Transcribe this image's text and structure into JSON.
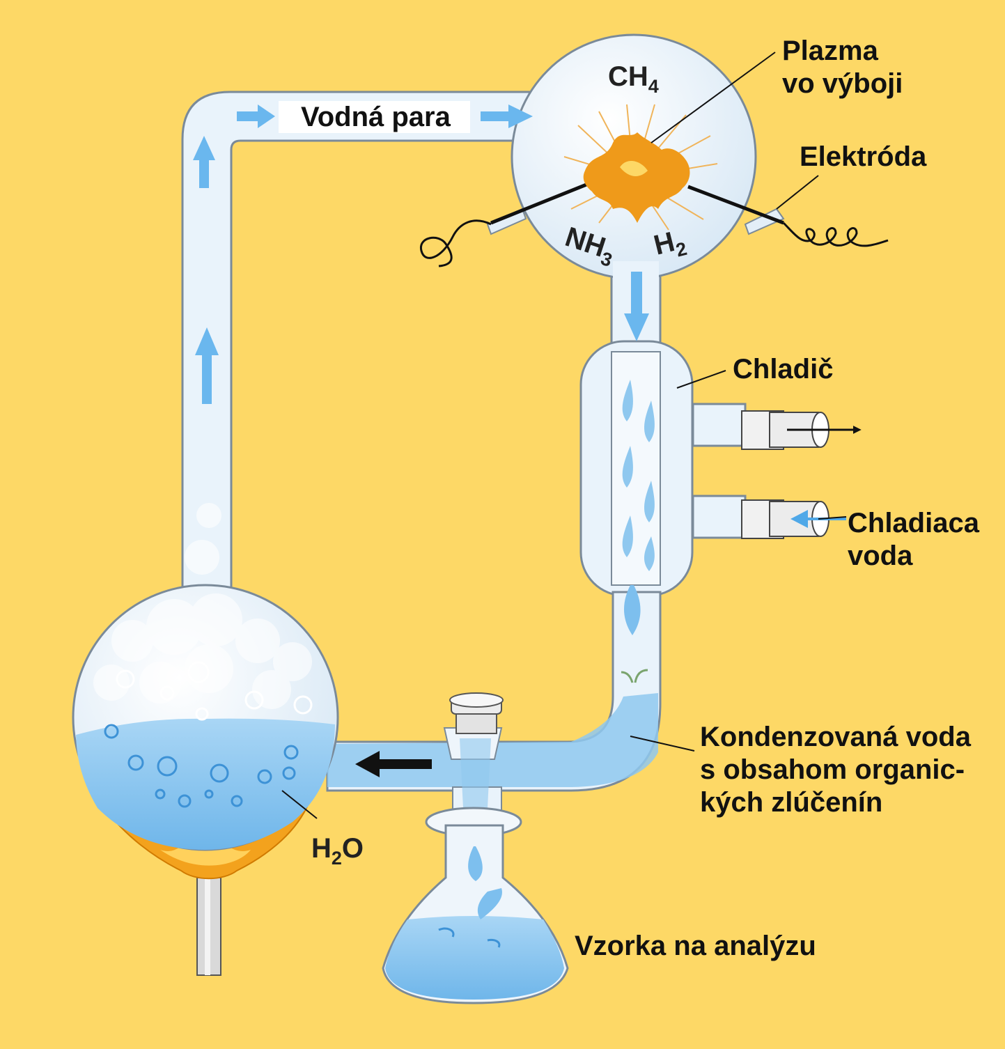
{
  "labels": {
    "vapor": "Vodná para",
    "plasma": [
      "Plazma",
      "vo výboji"
    ],
    "electrode": "Elektróda",
    "condenser": "Chladič",
    "coolant": [
      "Chladiaca",
      "voda"
    ],
    "condensed": [
      "Kondenzovaná voda",
      "s obsahom organic-",
      "kých zlúčenín"
    ],
    "sample": "Vzorka na analýzu"
  },
  "chem": {
    "ch4": {
      "base": "CH",
      "sub": "4"
    },
    "nh3": {
      "base": "NH",
      "sub": "3"
    },
    "h2": {
      "base": "H",
      "sub": "2"
    },
    "h2o": {
      "base": "H",
      "sub": "2",
      "tail": "O"
    }
  },
  "colors": {
    "background": "#fdd866",
    "glass": "#e9f3fb",
    "water": "#8fc8ef",
    "arrow": "#6ab7ee",
    "flame": "#f29c1b",
    "plasma": "#ef9a1a"
  }
}
